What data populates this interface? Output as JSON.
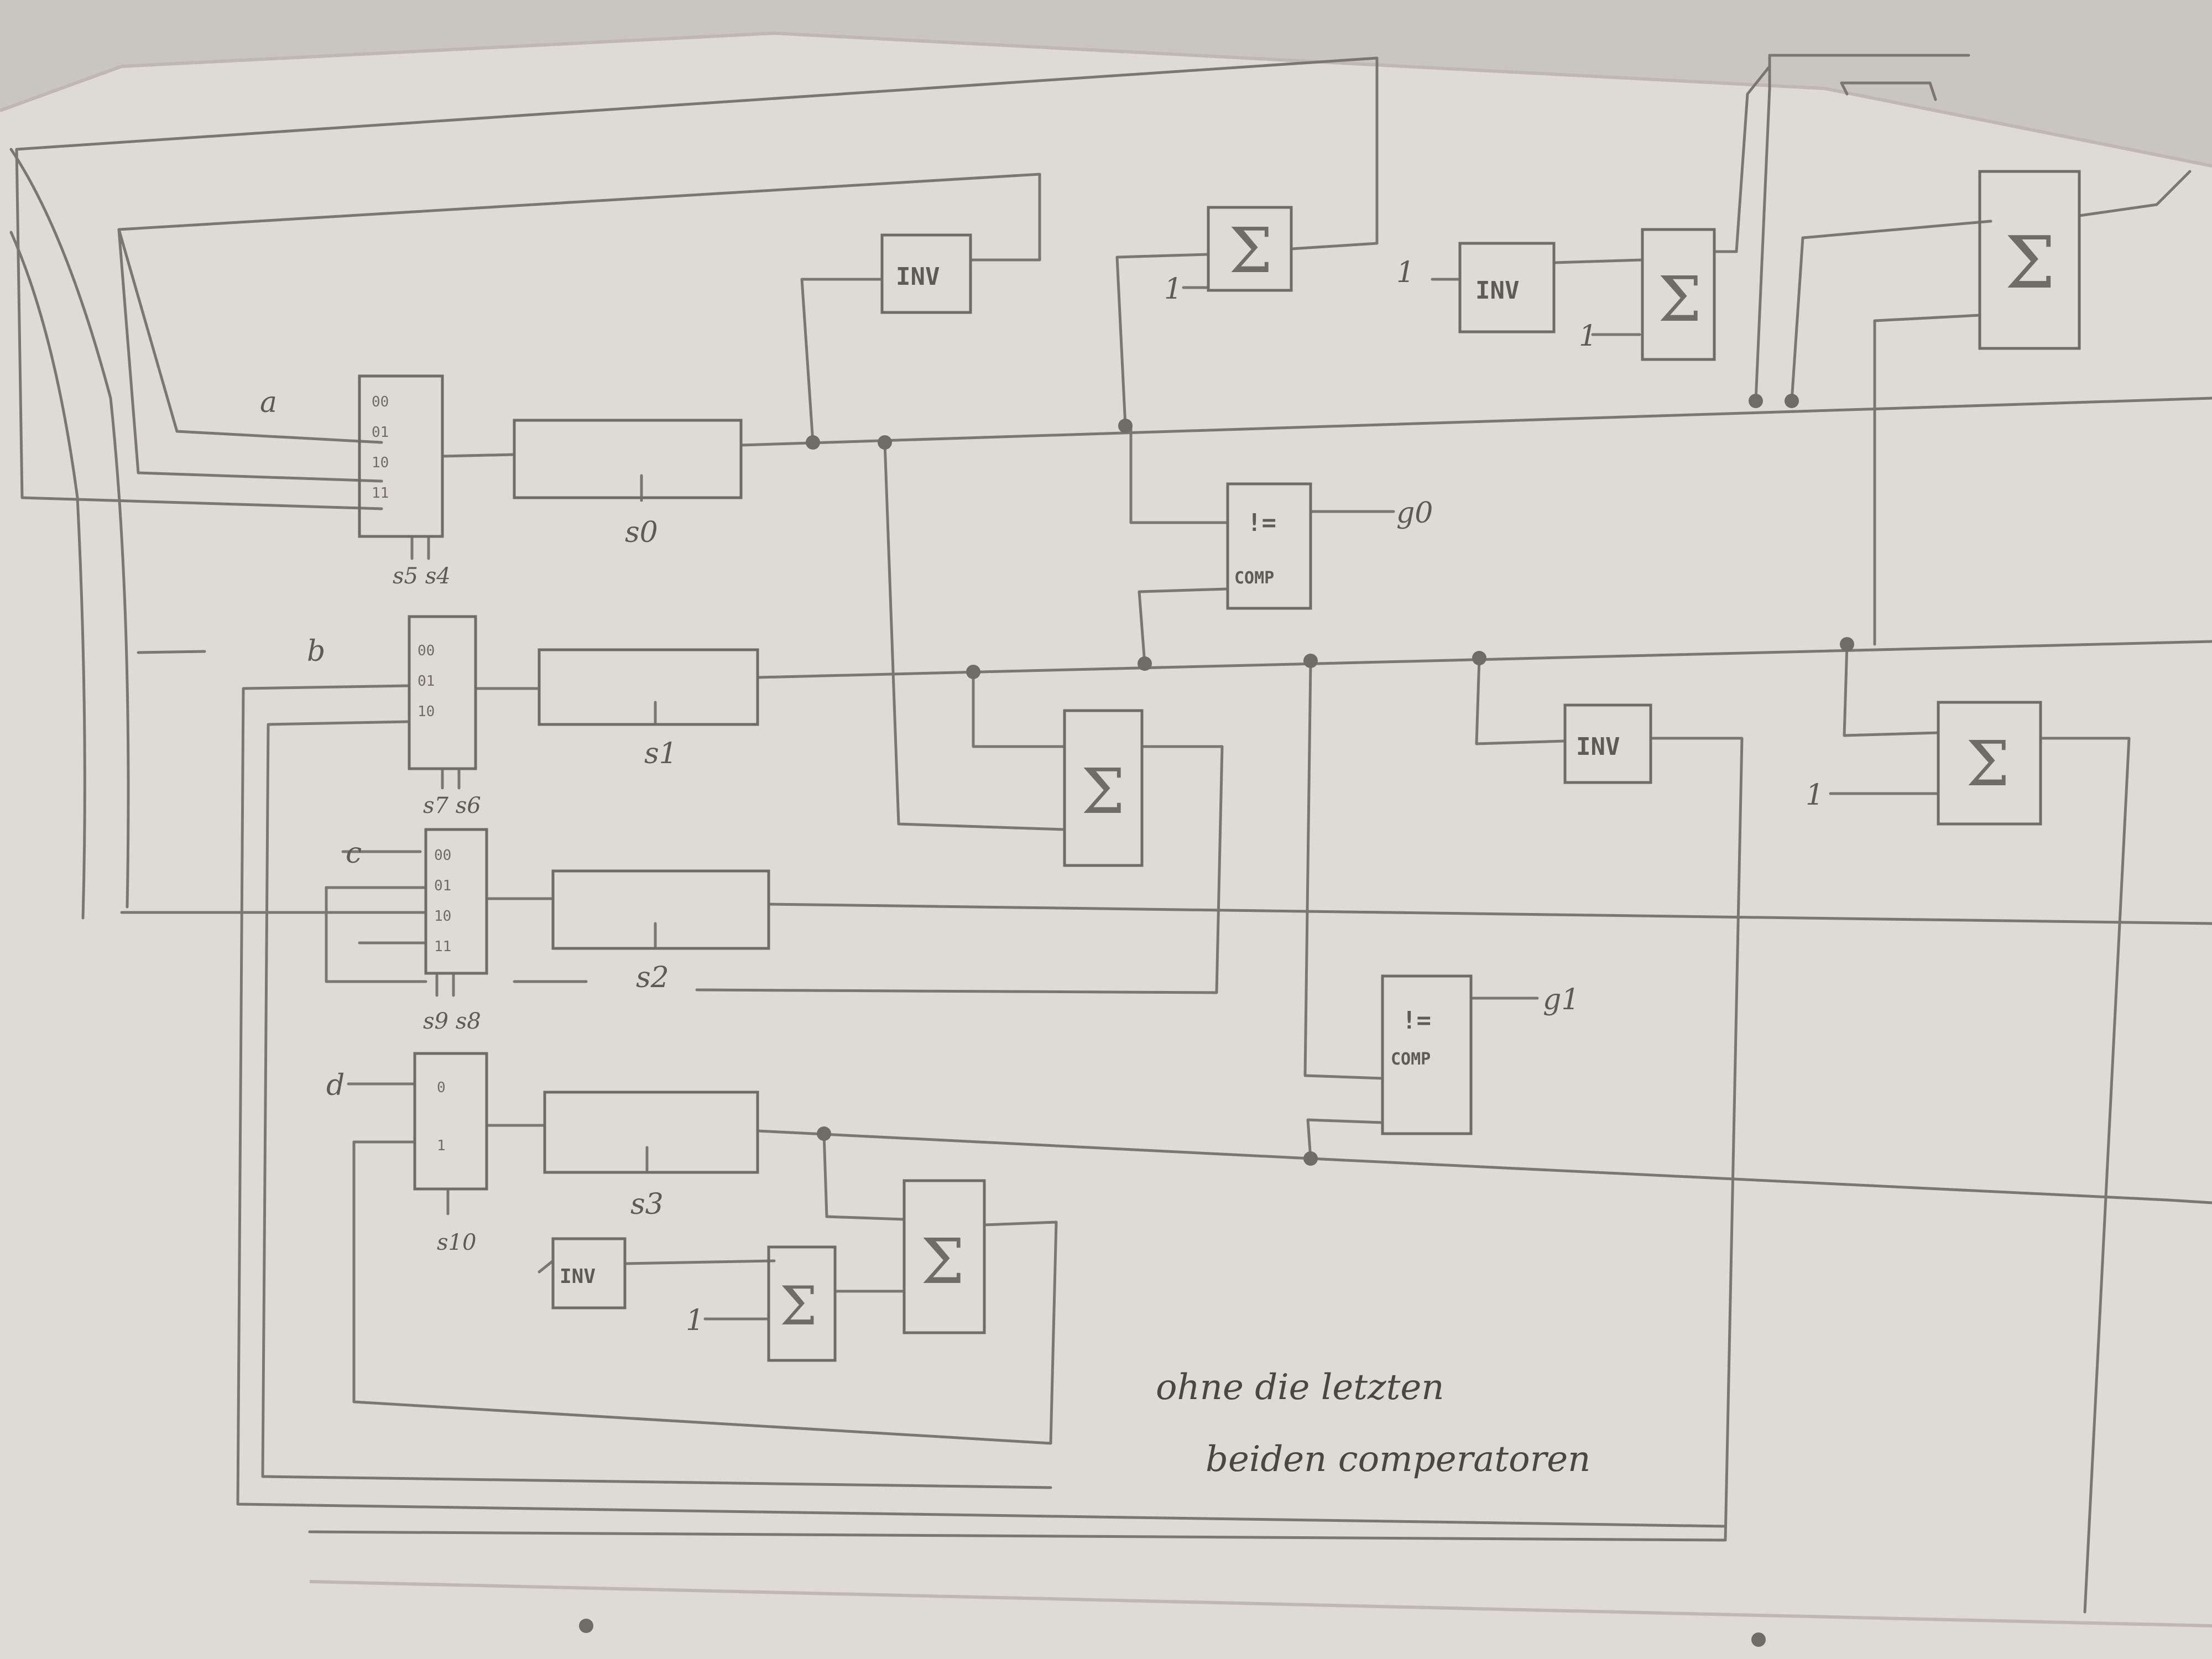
{
  "colors": {
    "background": "#c9c6bf",
    "paper": "#dedbd5",
    "pencil": "#6f6b65"
  },
  "inputs": {
    "a": "a",
    "b": "b",
    "c": "c",
    "d": "d",
    "one": "1"
  },
  "mux_a": {
    "ports": [
      "00",
      "01",
      "10",
      "11"
    ],
    "select": "s5 s4"
  },
  "mux_b": {
    "ports": [
      "00",
      "01",
      "10"
    ],
    "select": "s7 s6"
  },
  "mux_c": {
    "ports": [
      "00",
      "01",
      "10",
      "11"
    ],
    "select": "s9 s8"
  },
  "mux_d": {
    "ports": [
      "0",
      "1"
    ],
    "select": "s10"
  },
  "registers": {
    "r0": "s0",
    "r1": "s1",
    "r2": "s2",
    "r3": "s3"
  },
  "blocks": {
    "inv": "INV",
    "sum": "Σ",
    "comp_op": "!=",
    "comp": "COMP"
  },
  "outputs": {
    "g0": "g0",
    "g1": "g1"
  },
  "note": {
    "line1": "ohne die letzten",
    "line2": "beiden comperatoren"
  }
}
